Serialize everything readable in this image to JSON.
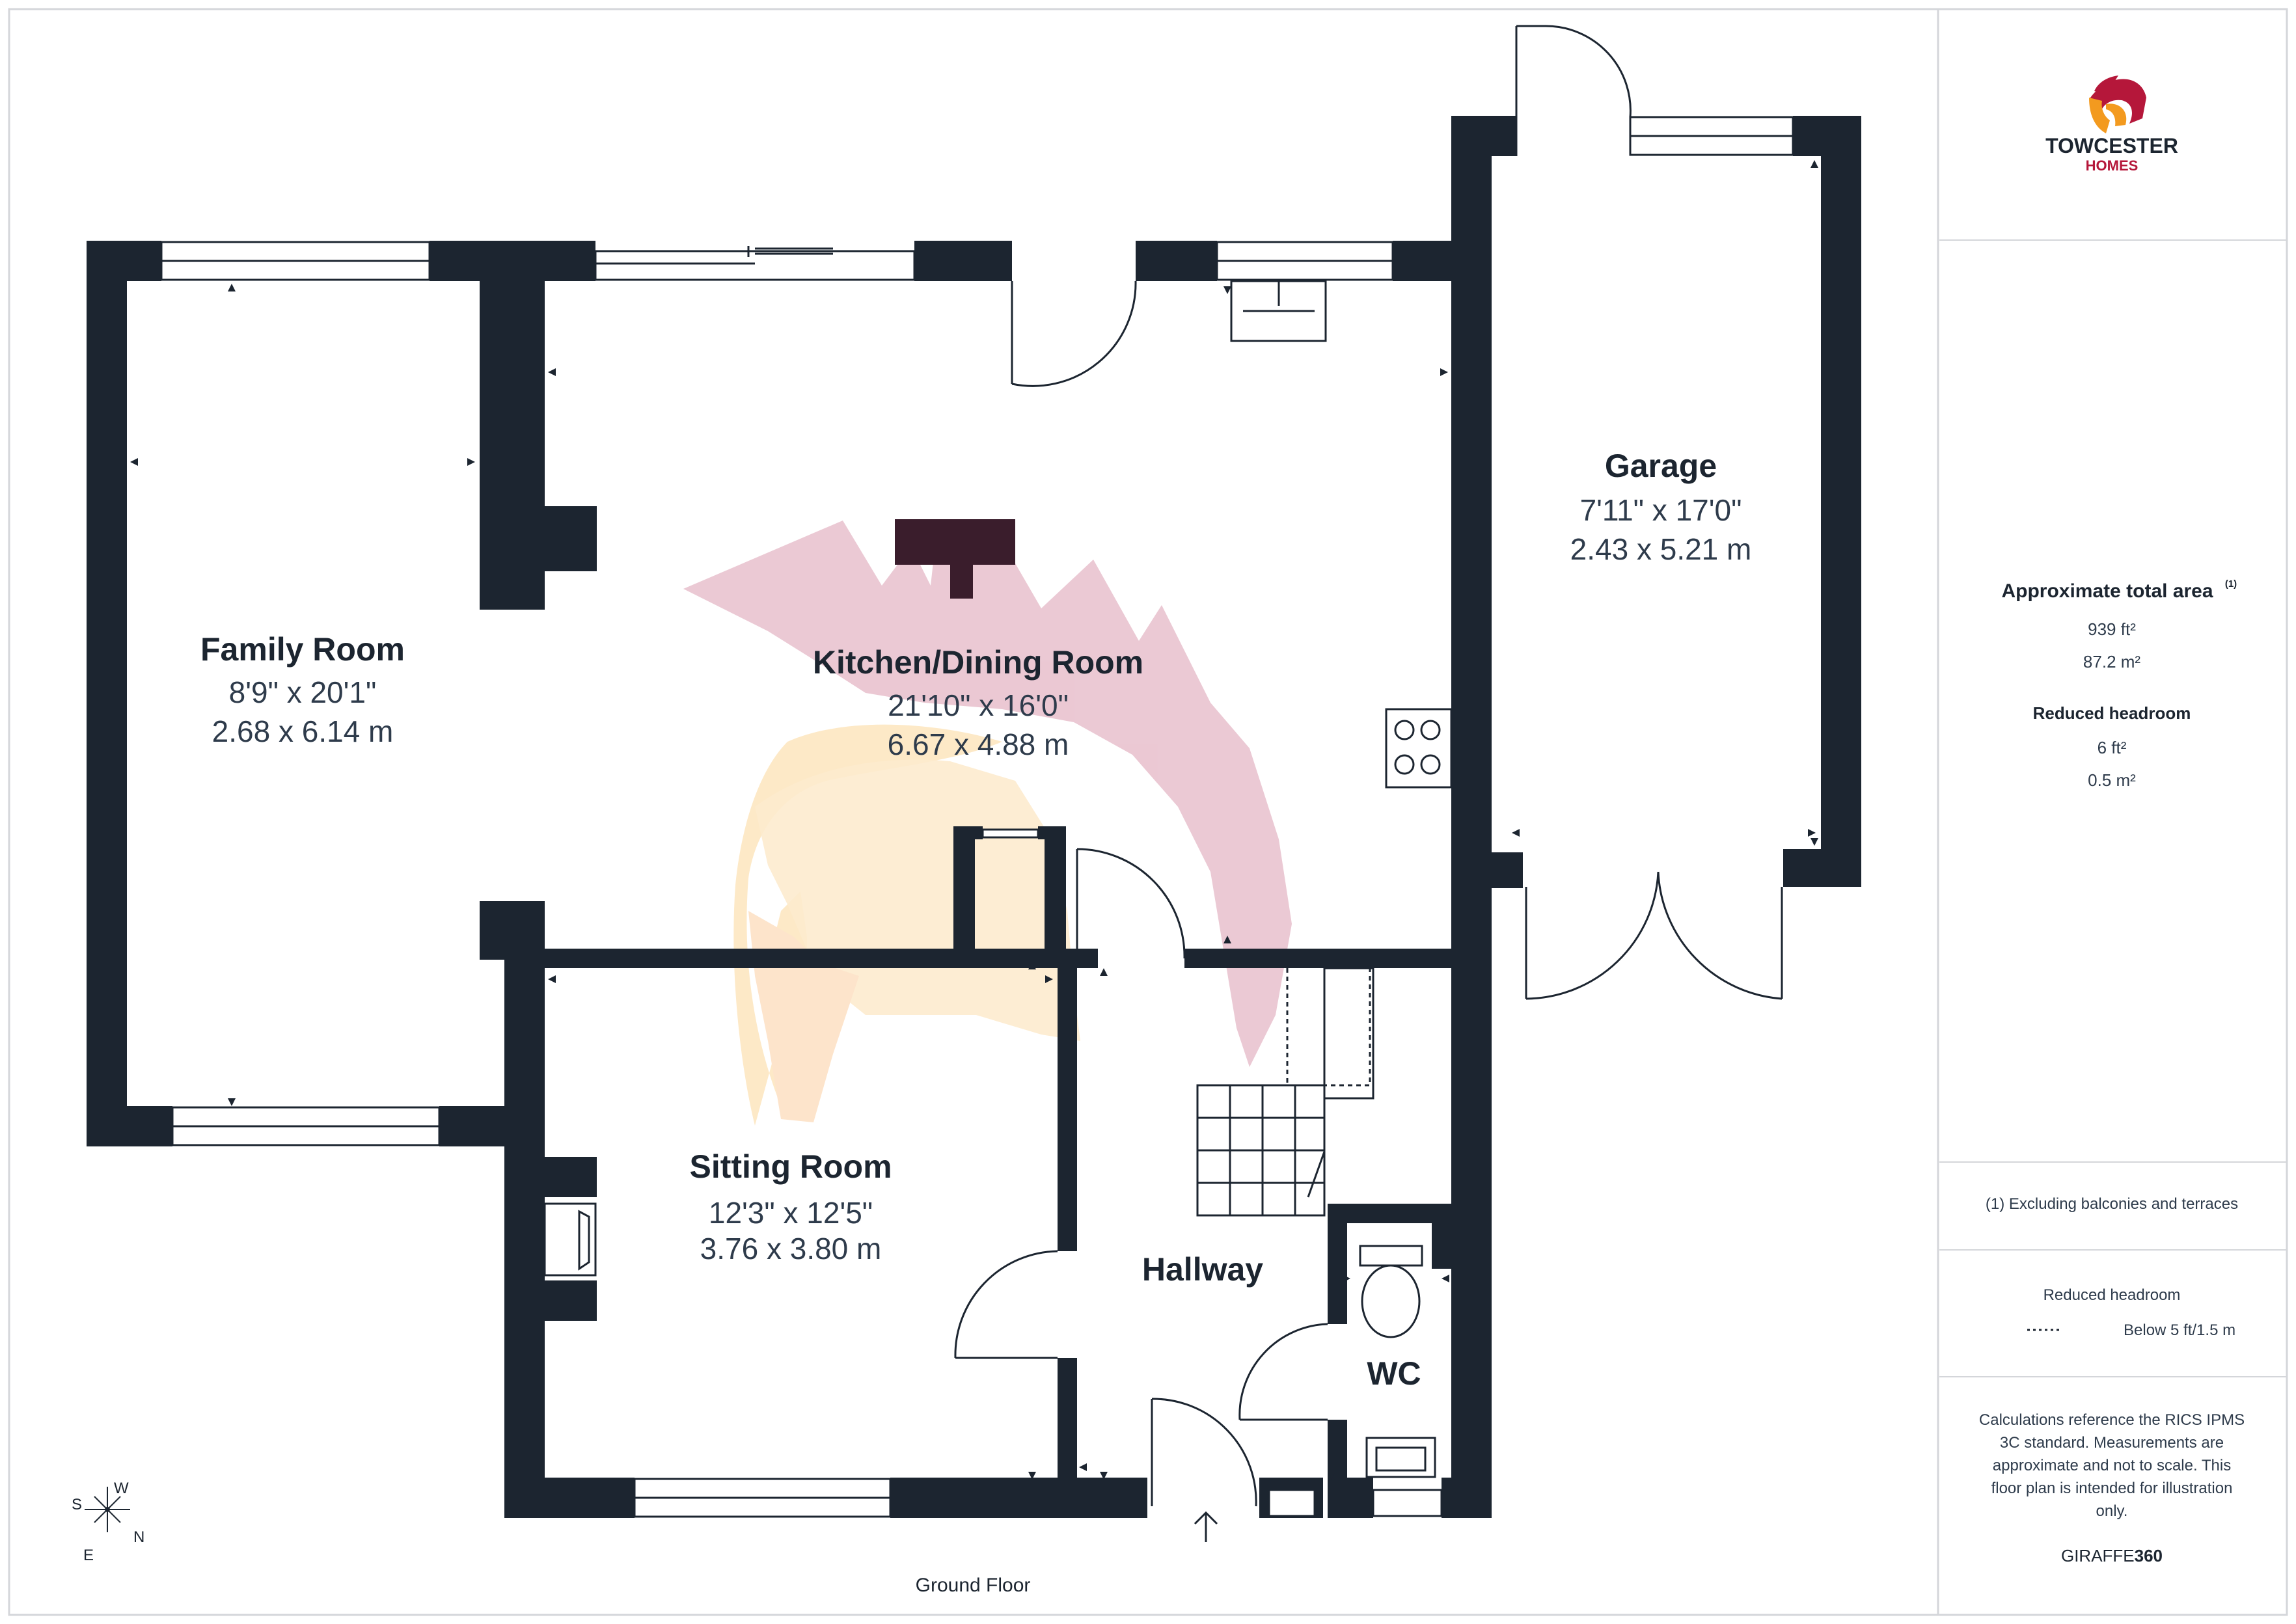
{
  "brand": {
    "name": "TOWCESTER",
    "sub": "HOMES",
    "colors": {
      "red": "#b5173a",
      "orange": "#f39a1f",
      "dark": "#1c2530",
      "accent": "#b5173a"
    }
  },
  "rooms": {
    "family": {
      "name": "Family Room",
      "imperial": "8'9\" x 20'1\"",
      "metric": "2.68 x 6.14 m"
    },
    "kitchen": {
      "name": "Kitchen/Dining Room",
      "imperial": "21'10\" x 16'0\"",
      "metric": "6.67 x 4.88 m"
    },
    "garage": {
      "name": "Garage",
      "imperial": "7'11\" x 17'0\"",
      "metric": "2.43 x 5.21 m"
    },
    "sitting": {
      "name": "Sitting Room",
      "imperial": "12'3\" x 12'5\"",
      "metric": "3.76 x 3.80 m"
    },
    "hallway": {
      "name": "Hallway"
    },
    "wc": {
      "name": "WC"
    }
  },
  "floor_label": "Ground Floor",
  "compass": {
    "s": "S",
    "w": "W",
    "e": "E",
    "n": "N"
  },
  "sidebar": {
    "area_title": "Approximate total area",
    "area_note_marker": "(1)",
    "area_ft": "939 ft²",
    "area_m": "87.2 m²",
    "headroom_title": "Reduced headroom",
    "headroom_ft": "6 ft²",
    "headroom_m": "0.5 m²",
    "footnote": "(1) Excluding balconies and terraces",
    "legend_title": "Reduced headroom",
    "legend_line": "Below 5 ft/1.5 m",
    "disclaimer": [
      "Calculations reference the RICS IPMS",
      "3C standard. Measurements are",
      "approximate and not to scale. This",
      "floor plan is intended for illustration",
      "only."
    ],
    "credit_a": "GIRAFFE",
    "credit_b": "360"
  },
  "icons": [
    "towcester-helmet-logo",
    "helmet-watermark",
    "compass-icon",
    "entrance-arrow-icon",
    "hob-icon",
    "sink-icon",
    "toilet-icon",
    "door-swing-icon",
    "window-icon",
    "measure-arrow-icon"
  ]
}
